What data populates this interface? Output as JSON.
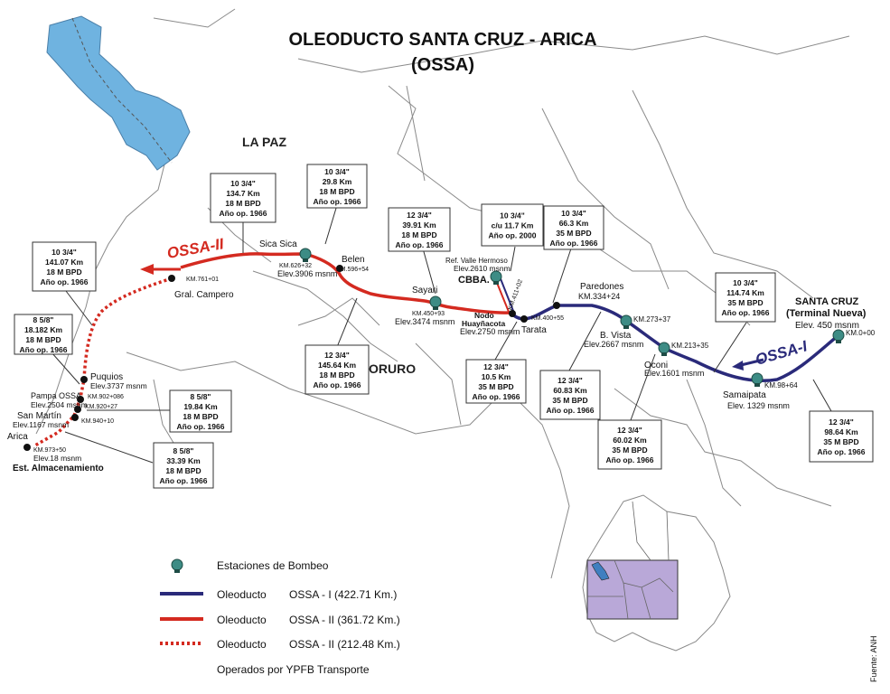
{
  "title_line1": "OLEODUCTO SANTA CRUZ  - ARICA",
  "title_line2": "(OSSA)",
  "regions": {
    "la_paz": "LA PAZ",
    "oruro": "ORURO"
  },
  "ossa1_label": "OSSA-I",
  "ossa2_label": "OSSA-II",
  "colors": {
    "ossa1": "#2a2a7a",
    "ossa2": "#d42a20",
    "lake": "#6fb3e0",
    "minimap": "#b9a8d8",
    "station": "#3d8c85"
  },
  "places": {
    "santa_cruz": "SANTA CRUZ",
    "terminal": "(Terminal Nueva)",
    "santa_cruz_elev": "Elev. 450 msnm",
    "santa_cruz_km": "KM.0+00",
    "samaipata": "Samaipata",
    "samaipata_elev": "Elev. 1329 msnm",
    "samaipata_km": "KM.98+64",
    "oconi": "Oconi",
    "oconi_elev": "Elev.1601 msnm",
    "oconi_km": "KM.213+35",
    "bvista": "B. Vista",
    "bvista_elev": "Elev.2667 msnm",
    "bvista_km": "KM.273+37",
    "paredones": "Paredones",
    "paredones_km": "KM.334+24",
    "tarata": "Tarata",
    "tarata_km": "KM.400+55",
    "nodo": "Nodo",
    "huaynacota": "Huayñacota",
    "nodo_elev": "Elev.2750 msnm",
    "cbba": "CBBA.",
    "ref": "Ref. Valle Hermoso",
    "ref_elev": "Elev.2610 msnm",
    "ref_km": "KM.411+02",
    "sayari": "Sayari",
    "sayari_km": "KM.450+93",
    "sayari_elev": "Elev.3474 msnm",
    "belen": "Belen",
    "belen_km": "KM.596+54",
    "sicasica": "Sica Sica",
    "sicasica_km": "KM.626+32",
    "sicasica_elev": "Elev.3906 msnm",
    "campero": "Gral. Campero",
    "campero_km": "KM.761+01",
    "puquios": "Puquios",
    "puquios_elev": "Elev.3737 msnm",
    "puquios_km": "KM.902+086",
    "pampa": "Pampa OSSA",
    "pampa_elev": "Elev.2504 msnm",
    "pampa_km": "KM.920+27",
    "sanmartin": "San Martín",
    "sanmartin_elev": "Elev.1167 msnm",
    "sanmartin_km": "KM.940+10",
    "arica": "Arica",
    "arica_km": "KM.973+50",
    "arica_elev": "Elev.18 msnm",
    "almacen": "Est. Almacenamiento"
  },
  "boxes": [
    {
      "lines": [
        "10 3/4\"",
        "134.7 Km",
        "18 M BPD",
        "Año op. 1966"
      ]
    },
    {
      "lines": [
        "10 3/4\"",
        "29.8 Km",
        "18 M BPD",
        "Año op. 1966"
      ]
    },
    {
      "lines": [
        "12 3/4\"",
        "39.91 Km",
        "18 M BPD",
        "Año op. 1966"
      ]
    },
    {
      "lines": [
        "10 3/4\"",
        "c/u 11.7 Km",
        "Año op. 2000"
      ]
    },
    {
      "lines": [
        "10 3/4\"",
        "66.3 Km",
        "35 M BPD",
        "Año op. 1966"
      ]
    },
    {
      "lines": [
        "10 3/4\"",
        "114.74 Km",
        "35 M BPD",
        "Año op. 1966"
      ]
    },
    {
      "lines": [
        "10 3/4\"",
        "141.07 Km",
        "18 M BPD",
        "Año op. 1966"
      ]
    },
    {
      "lines": [
        "8 5/8\"",
        "18.182 Km",
        "18 M BPD",
        "Año op. 1966"
      ]
    },
    {
      "lines": [
        "12 3/4\"",
        "145.64 Km",
        "18 M BPD",
        "Año op. 1966"
      ]
    },
    {
      "lines": [
        "12 3/4\"",
        "10.5 Km",
        "35 M BPD",
        "Año op. 1966"
      ]
    },
    {
      "lines": [
        "12 3/4\"",
        "60.83 Km",
        "35 M BPD",
        "Año op. 1966"
      ]
    },
    {
      "lines": [
        "12 3/4\"",
        "60.02 Km",
        "35 M BPD",
        "Año op. 1966"
      ]
    },
    {
      "lines": [
        "12 3/4\"",
        "98.64 Km",
        "35 M BPD",
        "Año op. 1966"
      ]
    },
    {
      "lines": [
        "8 5/8\"",
        "19.84 Km",
        "18 M BPD",
        "Año op. 1966"
      ]
    },
    {
      "lines": [
        "8 5/8\"",
        "33.39 Km",
        "18 M BPD",
        "Año op. 1966"
      ]
    }
  ],
  "legend": {
    "stations": "Estaciones de Bombeo",
    "line1_a": "Oleoducto",
    "line1_b": "OSSA - I  (422.71 Km.)",
    "line2_a": "Oleoducto",
    "line2_b": "OSSA - II (361.72 Km.)",
    "line3_a": "Oleoducto",
    "line3_b": "OSSA - II (212.48 Km.)",
    "operator": "Operados por YPFB Transporte"
  },
  "source": "Fuente: ANH"
}
